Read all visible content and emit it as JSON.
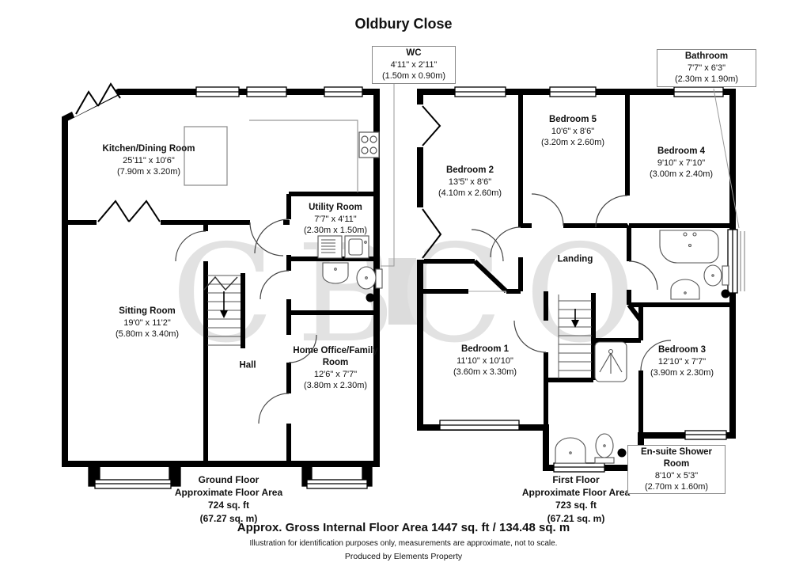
{
  "title": "Oldbury Close",
  "watermark": {
    "left": "CB",
    "right": "CO"
  },
  "ground_floor": {
    "kitchen": {
      "name": "Kitchen/Dining Room",
      "ft": "25'11\" x 10'6\"",
      "m": "(7.90m x 3.20m)"
    },
    "utility": {
      "name": "Utility Room",
      "ft": "7'7\" x 4'11\"",
      "m": "(2.30m x 1.50m)"
    },
    "wc": {
      "name": "WC",
      "ft": "4'11\" x 2'11\"",
      "m": "(1.50m x 0.90m)"
    },
    "sitting": {
      "name": "Sitting Room",
      "ft": "19'0\" x 11'2\"",
      "m": "(5.80m x 3.40m)"
    },
    "hall": {
      "name": "Hall"
    },
    "home_office": {
      "name": "Home Office/Family Room",
      "ft": "12'6\" x 7'7\"",
      "m": "(3.80m x 2.30m)"
    },
    "summary": {
      "floor": "Ground Floor",
      "label": "Approximate Floor Area",
      "sqft": "724 sq. ft",
      "sqm": "(67.27 sq. m)"
    }
  },
  "first_floor": {
    "bedroom2": {
      "name": "Bedroom 2",
      "ft": "13'5\" x 8'6\"",
      "m": "(4.10m x 2.60m)"
    },
    "bedroom5": {
      "name": "Bedroom 5",
      "ft": "10'6\" x 8'6\"",
      "m": "(3.20m x 2.60m)"
    },
    "bedroom4": {
      "name": "Bedroom 4",
      "ft": "9'10\" x 7'10\"",
      "m": "(3.00m x 2.40m)"
    },
    "bathroom": {
      "name": "Bathroom",
      "ft": "7'7\" x 6'3\"",
      "m": "(2.30m x 1.90m)"
    },
    "landing": {
      "name": "Landing"
    },
    "bedroom1": {
      "name": "Bedroom 1",
      "ft": "11'10\" x 10'10\"",
      "m": "(3.60m x 3.30m)"
    },
    "bedroom3": {
      "name": "Bedroom 3",
      "ft": "12'10\" x 7'7\"",
      "m": "(3.90m x 2.30m)"
    },
    "ensuite": {
      "name": "En-suite Shower Room",
      "ft": "8'10\" x 5'3\"",
      "m": "(2.70m x 1.60m)"
    },
    "summary": {
      "floor": "First Floor",
      "label": "Approximate Floor Area",
      "sqft": "723 sq. ft",
      "sqm": "(67.21 sq. m)"
    }
  },
  "footer": {
    "total": "Approx. Gross Internal Floor Area 1447 sq. ft / 134.48 sq. m",
    "disclaimer": "Illustration for identification purposes only, measurements are approximate, not to scale.",
    "credit": "Produced by Elements Property"
  }
}
